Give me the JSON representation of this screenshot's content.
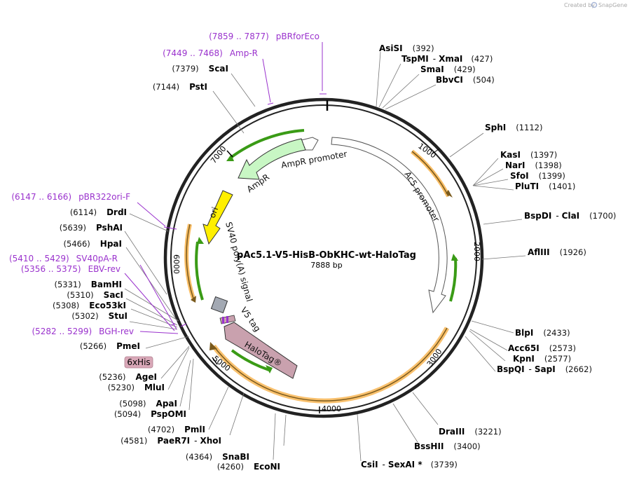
{
  "credit": {
    "prefix": "Created by",
    "brand": "SnapGene"
  },
  "plasmid": {
    "name": "pAc5.1-V5-HisB-ObKHC-wt-HaloTag",
    "length": "7888 bp"
  },
  "ticks": [
    "1000",
    "2000",
    "3000",
    "4000",
    "5000",
    "6000",
    "7000"
  ],
  "features": {
    "ampr": "AmpR",
    "ampr_promoter": "AmpR promoter",
    "ac5_promoter": "Ac5 promoter",
    "ori": "ori",
    "sv40": "SV40 poly(A) signal",
    "v5": "V5 tag",
    "halotag": "HaloTag®",
    "his": "6xHis"
  },
  "sites": {
    "asisi": {
      "name": "AsiSI",
      "pos": "(392)"
    },
    "tspmi": {
      "name": "TspMI",
      "name2": "XmaI",
      "pos": "(427)"
    },
    "smai": {
      "name": "SmaI",
      "pos": "(429)"
    },
    "bbvci": {
      "name": "BbvCI",
      "pos": "(504)"
    },
    "sphi": {
      "name": "SphI",
      "pos": "(1112)"
    },
    "kasi": {
      "name": "KasI",
      "pos": "(1397)"
    },
    "nari": {
      "name": "NarI",
      "pos": "(1398)"
    },
    "sfoi": {
      "name": "SfoI",
      "pos": "(1399)"
    },
    "pluti": {
      "name": "PluTI",
      "pos": "(1401)"
    },
    "bspdi": {
      "name": "BspDI",
      "name2": "ClaI",
      "pos": "(1700)"
    },
    "aflii": {
      "name": "AflIII",
      "pos": "(1926)"
    },
    "blpi": {
      "name": "BlpI",
      "pos": "(2433)"
    },
    "acc65i": {
      "name": "Acc65I",
      "pos": "(2573)"
    },
    "kpni": {
      "name": "KpnI",
      "pos": "(2577)"
    },
    "bspqi": {
      "name": "BspQI",
      "name2": "SapI",
      "pos": "(2662)"
    },
    "draiii": {
      "name": "DraIII",
      "pos": "(3221)"
    },
    "bsshii": {
      "name": "BssHII",
      "pos": "(3400)"
    },
    "csii": {
      "name": "CsiI",
      "name2": "SexAI *",
      "pos": "(3739)"
    },
    "econi": {
      "name": "EcoNI",
      "pos": "(4260)"
    },
    "snabi": {
      "name": "SnaBI",
      "pos": "(4364)"
    },
    "paer7i": {
      "name": "PaeR7I",
      "name2": "XhoI",
      "pos": "(4581)"
    },
    "pmli": {
      "name": "PmlI",
      "pos": "(4702)"
    },
    "pspomi": {
      "name": "PspOMI",
      "pos": "(5094)"
    },
    "apai": {
      "name": "ApaI",
      "pos": "(5098)"
    },
    "mlui": {
      "name": "MluI",
      "pos": "(5230)"
    },
    "agei": {
      "name": "AgeI",
      "pos": "(5236)"
    },
    "pmei": {
      "name": "PmeI",
      "pos": "(5266)"
    },
    "stui": {
      "name": "StuI",
      "pos": "(5302)"
    },
    "eco53ki": {
      "name": "Eco53kI",
      "pos": "(5308)"
    },
    "saci": {
      "name": "SacI",
      "pos": "(5310)"
    },
    "bamhi": {
      "name": "BamHI",
      "pos": "(5331)"
    },
    "hpai": {
      "name": "HpaI",
      "pos": "(5466)"
    },
    "pshai": {
      "name": "PshAI",
      "pos": "(5639)"
    },
    "drdi": {
      "name": "DrdI",
      "pos": "(6114)"
    },
    "psti": {
      "name": "PstI",
      "pos": "(7144)"
    },
    "scai": {
      "name": "ScaI",
      "pos": "(7379)"
    }
  },
  "primers": {
    "pbrforeco": {
      "range": "(7859 .. 7877)",
      "name": "pBRforEco"
    },
    "ampr": {
      "range": "(7449 .. 7468)",
      "name": "Amp-R"
    },
    "pbr322ori": {
      "range": "(6147 .. 6166)",
      "name": "pBR322ori-F"
    },
    "sv40pa": {
      "range": "(5410 .. 5429)",
      "name": "SV40pA-R"
    },
    "ebv": {
      "range": "(5356 .. 5375)",
      "name": "EBV-rev"
    },
    "bgh": {
      "range": "(5282 .. 5299)",
      "name": "BGH-rev"
    }
  },
  "colors": {
    "backbone": "#222222",
    "orf_orange": "#f7b24a",
    "orf_green": "#3a9b16",
    "ampr_fill": "#c8f7c4",
    "ori_fill": "#ffef00",
    "halotag_fill": "#c9a1ae",
    "primer": "#9a32cd",
    "his_badge": "#d9a8b8"
  }
}
